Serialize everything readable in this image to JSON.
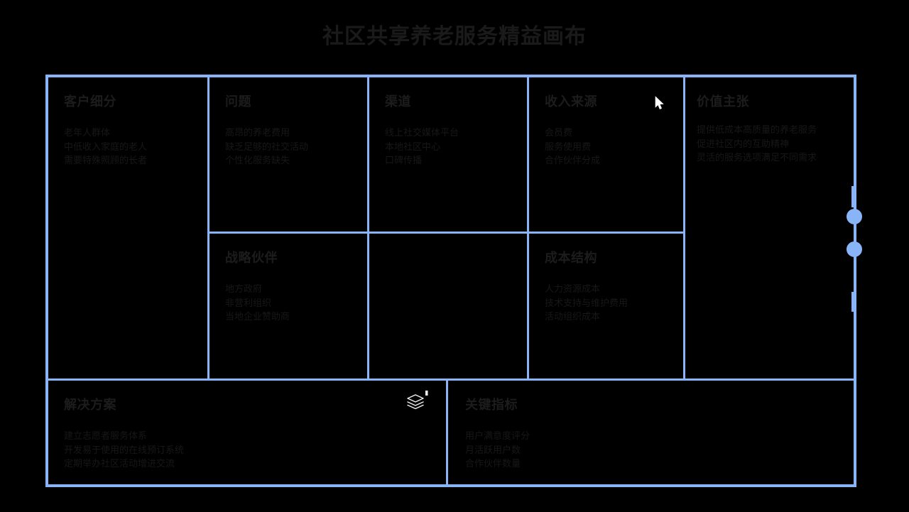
{
  "page": {
    "title": "社区共享养老服务精益画布",
    "accent_color": "#8ab4f8",
    "background_color": "#000000",
    "text_color": "#1a1a1a"
  },
  "panels": {
    "customer_segments": {
      "title": "客户细分",
      "items": [
        "老年人群体",
        "中低收入家庭的老人",
        "需要特殊照顾的长者"
      ]
    },
    "problem": {
      "title": "问题",
      "items": [
        "高昂的养老费用",
        "缺乏足够的社交活动",
        "个性化服务缺失"
      ]
    },
    "channels": {
      "title": "渠道",
      "items": [
        "线上社交媒体平台",
        "本地社区中心",
        "口碑传播"
      ]
    },
    "revenue_streams": {
      "title": "收入来源",
      "items": [
        "会员费",
        "服务使用费",
        "合作伙伴分成"
      ]
    },
    "value_proposition": {
      "title": "价值主张",
      "items": [
        "提供低成本高质量的养老服务",
        "促进社区内的互助精神",
        "灵活的服务选项满足不同需求"
      ]
    },
    "key_partners": {
      "title": "战略伙伴",
      "items": [
        "地方政府",
        "非营利组织",
        "当地企业赞助商"
      ]
    },
    "cost_structure": {
      "title": "成本结构",
      "items": [
        "人力资源成本",
        "技术支持与维护费用",
        "活动组织成本"
      ]
    },
    "solution": {
      "title": "解决方案",
      "items": [
        "建立志愿者服务体系",
        "开发易于使用的在线预订系统",
        "定期举办社区活动增进交流"
      ]
    },
    "key_metrics": {
      "title": "关键指标",
      "items": [
        "用户满意度评分",
        "月活跃用户数",
        "合作伙伴数量"
      ]
    }
  },
  "icons": {
    "layers": "layers-icon",
    "cursor": "mouse-cursor-icon"
  }
}
